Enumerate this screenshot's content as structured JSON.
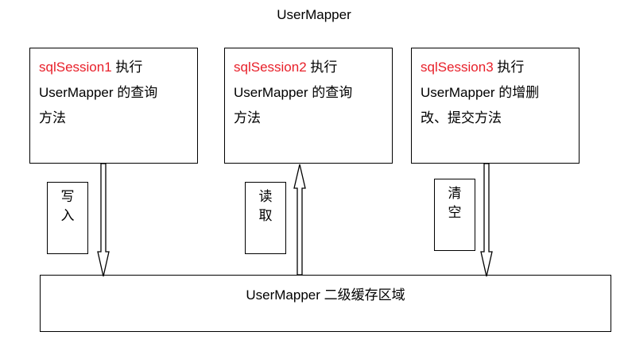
{
  "title": "UserMapper",
  "sessions": [
    {
      "name": "sqlSession1",
      "line1_suffix": " 执行",
      "line2": "UserMapper 的查询",
      "line3": "方法"
    },
    {
      "name": "sqlSession2",
      "line1_suffix": " 执行",
      "line2": "UserMapper 的查询",
      "line3": "方法"
    },
    {
      "name": "sqlSession3",
      "line1_suffix": " 执行",
      "line2": "UserMapper 的增删",
      "line3": "改、提交方法"
    }
  ],
  "labels": {
    "write": [
      "写",
      "入"
    ],
    "read": [
      "读",
      "取"
    ],
    "clear": [
      "清",
      "空"
    ]
  },
  "cache": {
    "label": "UserMapper 二级缓存区域"
  },
  "colors": {
    "session_name": "#e8202a",
    "stroke": "#000000"
  }
}
